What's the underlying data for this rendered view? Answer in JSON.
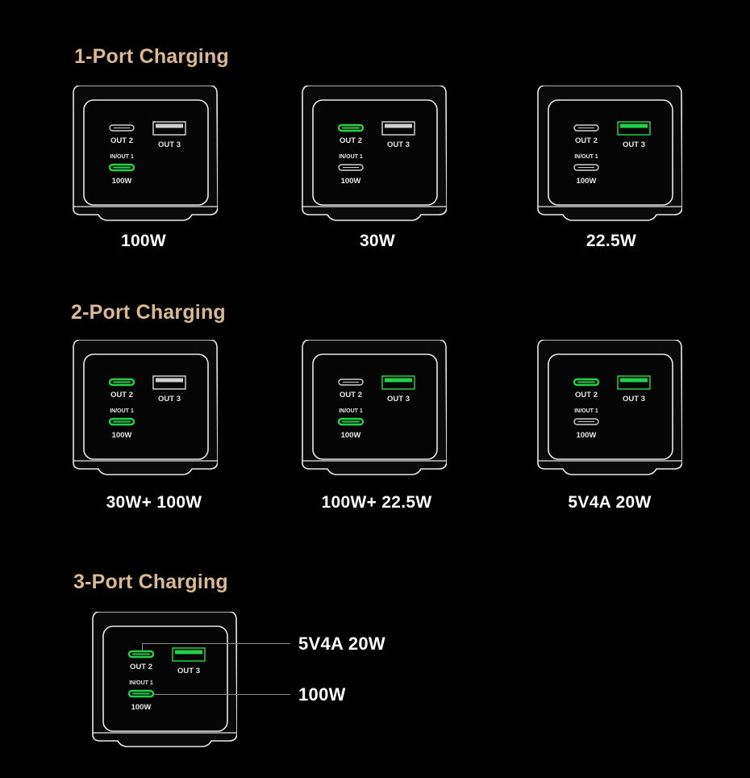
{
  "sections": [
    {
      "title": "1-Port Charging",
      "devices": [
        {
          "caption": "100W",
          "ports": {
            "out2": false,
            "out3": false,
            "inout1": true
          }
        },
        {
          "caption": "30W",
          "ports": {
            "out2": true,
            "out3": false,
            "inout1": false
          }
        },
        {
          "caption": "22.5W",
          "ports": {
            "out2": false,
            "out3": true,
            "inout1": false
          }
        }
      ]
    },
    {
      "title": "2-Port Charging",
      "devices": [
        {
          "caption": "30W+ 100W",
          "ports": {
            "out2": true,
            "out3": false,
            "inout1": true
          }
        },
        {
          "caption": "100W+ 22.5W",
          "ports": {
            "out2": false,
            "out3": true,
            "inout1": true
          }
        },
        {
          "caption": "5V4A 20W",
          "ports": {
            "out2": true,
            "out3": true,
            "inout1": false
          }
        }
      ]
    },
    {
      "title": "3-Port Charging",
      "devices": [
        {
          "caption": "",
          "ports": {
            "out2": true,
            "out3": true,
            "inout1": true
          }
        }
      ],
      "callouts": [
        "5V4A 20W",
        "100W"
      ]
    }
  ],
  "labels": {
    "out2": "OUT 2",
    "out3": "OUT 3",
    "inout1": "IN/OUT 1",
    "watt": "100W"
  },
  "colors": {
    "active": "#22d04a",
    "inactive": "#cfcfcf",
    "title": "#d9b98f",
    "frame": "#e8e8e8"
  }
}
